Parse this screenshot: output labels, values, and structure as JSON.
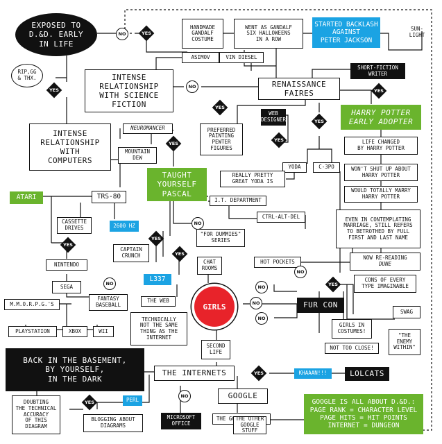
{
  "nodes": {
    "exposed": "EXPOSED TO\nD.&D. EARLY\nIN LIFE",
    "rip": "RIP,GG\n& THX.",
    "handmade_gandalf": "HANDMADE\nGANDALF\nCOSTUME",
    "went_as_gandalf": "WENT AS GANDALF\nSIX HALLOWEENS\nIN A ROW",
    "started_backlash": "STARTED BACKLASH\nAGAINST\nPETER JACKSON",
    "sunlight": "SUN-\nLIGHT",
    "asimov": "ASIMOV",
    "vin_diesel": "VIN DIESEL",
    "short_fiction": "SHORT-FICTION\nWRITER",
    "intense_scifi": "INTENSE\nRELATIONSHIP\nWITH SCIENCE\nFICTION",
    "renaissance": "RENAISSANCE\nFAIRES",
    "web_designer": "WEB\nDESIGNER",
    "harry_potter": "HARRY POTTER\nEARLY ADOPTER",
    "neuromancer": "NEUROMANCER",
    "preferred_painting": "PREFERRED\nPAINTING\nPEWTER\nFIGURES",
    "life_changed": "LIFE CHANGED\nBY HARRY POTTER",
    "intense_computers": "INTENSE\nRELATIONSHIP\nWITH\nCOMPUTERS",
    "mountain_dew": "MOUNTAIN\nDEW",
    "yoda": "YODA",
    "c3po": "C-3PO",
    "wont_shut_up": "WON'T SHUT UP ABOUT\nHARRY POTTER",
    "really_pretty": "REALLY PRETTY\nGREAT YODA IS",
    "taught_pascal": "TAUGHT\nYOURSELF\nPASCAL",
    "atari": "ATARI",
    "trs80": "TRS-80",
    "would_marry": "WOULD TOTALLY MARRY\nHARRY POTTER",
    "it_department": "I.T. DEPARTMENT",
    "cassette": "CASSETTE\nDRIVES",
    "ctrl_alt_del": "CTRL-ALT-DEL",
    "even_contemplating": "EVEN IN CONTEMPLATING\nMARRIAGE, STILL REFERS\nTO BETROTHED BY FULL\nFIRST AND LAST NAME",
    "hz2600": "2600 Hz",
    "for_dummies": "\"FOR DUMMIES\"\nSERIES",
    "captain_crunch": "CAPTAIN\nCRUNCH",
    "nintendo": "NINTENDO",
    "now_rereading": "NOW RE-READING",
    "dune": "DUNE",
    "hot_pockets": "HOT POCKETS",
    "chat_rooms": "CHAT\nROOMS",
    "l337": "L337",
    "sega": "SEGA",
    "cons_every": "CONS OF EVERY\nTYPE IMAGINABLE",
    "mmorpgs": "M.M.O.R.P.G.'S",
    "fantasy_baseball": "FANTASY\nBASEBALL",
    "the_web": "THE WEB",
    "girls": "GIRLS",
    "fur_con": "FUR CON",
    "swag": "SWAG",
    "playstation": "PLAYSTATION",
    "xbox": "XBOX",
    "wii": "WII",
    "technically": "TECHNICALLY\nNOT THE SAME\nTHING AS THE\nINTERNET",
    "girls_costumes": "GIRLS IN\nCOSTUMES!",
    "enemy_within": "\"THE\nENEMY\nWITHIN\"",
    "back_basement": "BACK IN THE BASEMENT,\nBY YOURSELF,\nIN THE DARK",
    "second_life": "SECOND\nLIFE",
    "not_too_close": "NOT TOO CLOSE!",
    "the_internets": "THE INTERNETS",
    "khaaan": "KHAAAN!!!",
    "lolcats": "LOLCATS",
    "doubting": "DOUBTING\nTHE TECHNICAL\nACCURACY\nOF THIS\nDIAGRAM",
    "perl": "PERL",
    "google": "GOOGLE",
    "blogging": "BLOGGING ABOUT\nDIAGRAMS",
    "ms_office": "MICROSOFT\nOFFICE",
    "google_email": "THE GOOGLE EMAIL",
    "google_dnd": "GOOGLE IS ALL ABOUT D.&D.:\nPAGE RANK = CHARACTER LEVEL\nPAGE HITS = HIT POINTS\nINTERNET = DUNGEON",
    "other_google": "THE OTHER\nGOOGLE STUFF"
  },
  "labels": {
    "yes": "YES",
    "no": "NO"
  },
  "colors": {
    "black": "#111111",
    "green": "#6ab42d",
    "blue": "#1ba3e3",
    "red": "#e8232a"
  }
}
